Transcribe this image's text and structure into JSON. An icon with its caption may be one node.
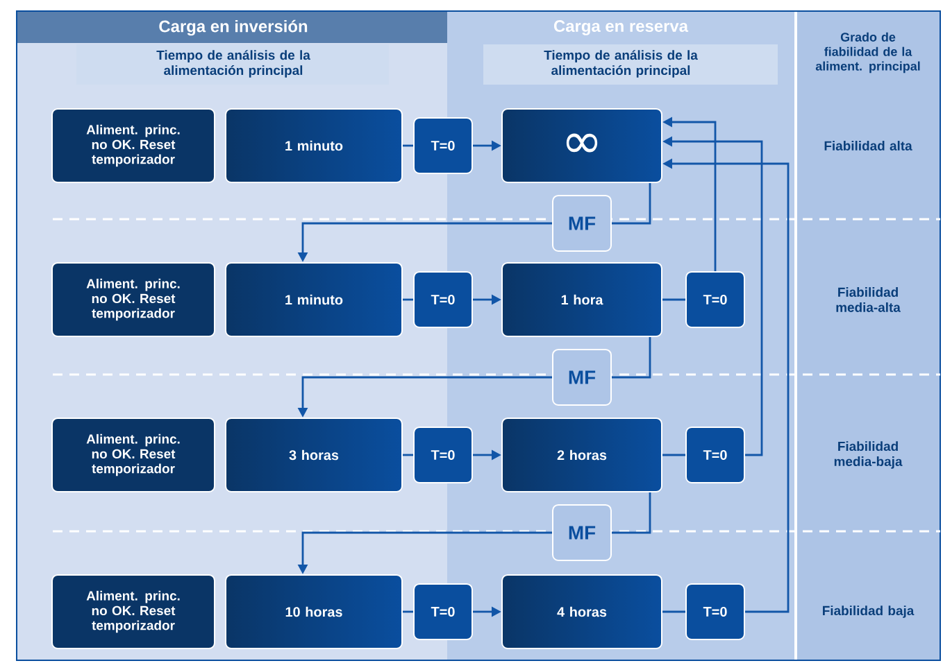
{
  "diagram": {
    "nodes": [
      {
        "text": [
          "Aliment. princ. no OK. Reset temporizador"
        ]
      },
      {
        "text": [
          "1 minuto"
        ]
      },
      {
        "text": [
          "T=0"
        ]
      },
      {
        "text": [
          "∞"
        ]
      },
      {
        "text": [
          "MF"
        ]
      },
      {
        "text": [
          "Aliment. princ. no OK. Reset temporizador"
        ]
      },
      {
        "text": [
          "1 minuto"
        ]
      },
      {
        "text": [
          "T=0"
        ]
      },
      {
        "text": [
          "1 hora"
        ]
      },
      {
        "text": [
          "T=0"
        ]
      },
      {
        "text": [
          "MF"
        ]
      },
      {
        "text": [
          "Aliment. princ. no OK. Reset temporizador"
        ]
      },
      {
        "text": [
          "3 horas"
        ]
      },
      {
        "text": [
          "T=0"
        ]
      },
      {
        "text": [
          "2 horas"
        ]
      },
      {
        "text": [
          "T=0"
        ]
      },
      {
        "text": [
          "MF"
        ]
      },
      {
        "text": [
          "Aliment. princ. no OK. Reset temporizador"
        ]
      },
      {
        "text": [
          "10 horas"
        ]
      },
      {
        "text": [
          "T=0"
        ]
      },
      {
        "text": [
          "4 horas"
        ]
      },
      {
        "text": [
          "T=0"
        ]
      }
    ],
    "edges": [
      {
        "from": 1,
        "to": 2,
        "arrow": "none"
      },
      {
        "from": 2,
        "to": 3,
        "arrow": "to"
      },
      {
        "from": 3,
        "to": 4,
        "arrow": "none"
      },
      {
        "from": 4,
        "to": 6,
        "arrow": "to"
      },
      {
        "from": 6,
        "to": 7,
        "arrow": "none"
      },
      {
        "from": 7,
        "to": 8,
        "arrow": "to"
      },
      {
        "from": 8,
        "to": 9,
        "arrow": "none"
      },
      {
        "from": 9,
        "to": 3,
        "arrow": "to"
      },
      {
        "from": 8,
        "to": 10,
        "arrow": "none"
      },
      {
        "from": 10,
        "to": 12,
        "arrow": "to"
      },
      {
        "from": 12,
        "to": 13,
        "arrow": "none"
      },
      {
        "from": 13,
        "to": 14,
        "arrow": "to"
      },
      {
        "from": 14,
        "to": 15,
        "arrow": "none"
      },
      {
        "from": 15,
        "to": 3,
        "arrow": "to"
      },
      {
        "from": 14,
        "to": 16,
        "arrow": "none"
      },
      {
        "from": 16,
        "to": 18,
        "arrow": "to"
      },
      {
        "from": 18,
        "to": 19,
        "arrow": "none"
      },
      {
        "from": 19,
        "to": 20,
        "arrow": "to"
      },
      {
        "from": 20,
        "to": 21,
        "arrow": "none"
      },
      {
        "from": 21,
        "to": 3,
        "arrow": "to"
      }
    ],
    "labels": [
      "Carga en inversión",
      "Tiempo de análisis de la alimentación principal",
      "Carga en reserva",
      "Tiempo de análisis de la alimentación principal",
      "Grado de fiabilidad de la aliment. principal",
      "Fiabilidad alta",
      "Fiabilidad media-alta",
      "Fiabilidad media-baja",
      "Fiabilidad baja"
    ]
  }
}
